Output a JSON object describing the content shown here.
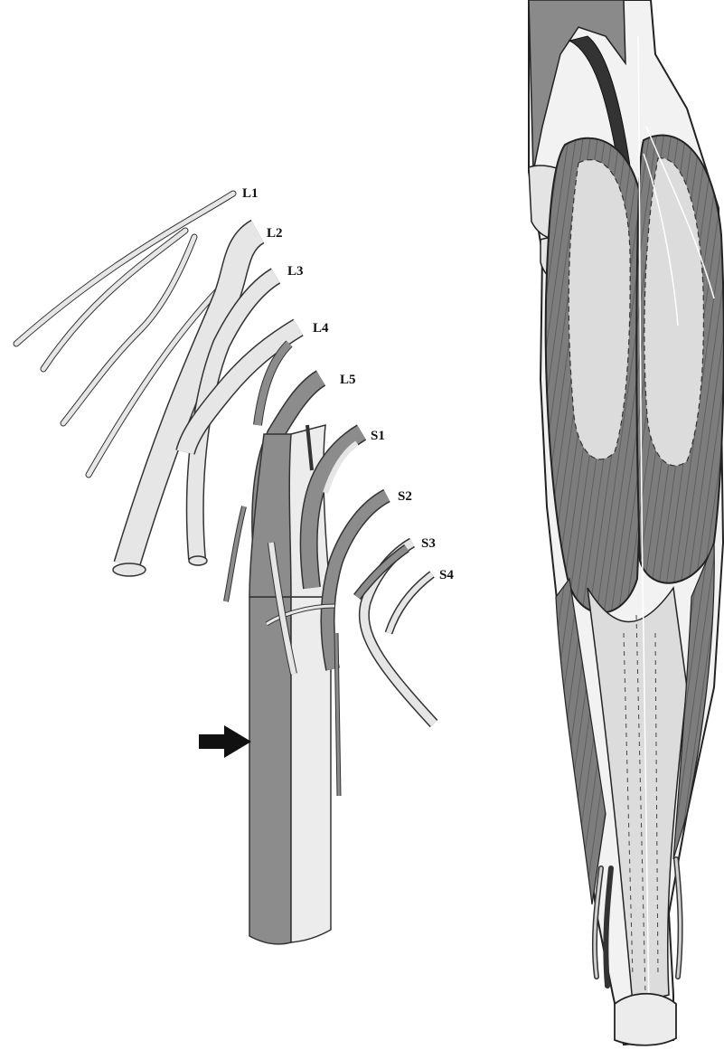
{
  "figure": {
    "plexus": {
      "labels": {
        "l1": "L1",
        "l2": "L2",
        "l3": "L3",
        "l4": "L4",
        "l5": "L5",
        "s1": "S1",
        "s2": "S2",
        "s3": "S3",
        "s4": "S4"
      },
      "colors": {
        "light": "#e6e6e6",
        "dark": "#8c8c8c",
        "outline": "#333333"
      }
    },
    "leg": {
      "colors": {
        "muscle": "#7d7d7d",
        "tendon": "#dcdcdc",
        "outline": "#222222"
      }
    }
  }
}
